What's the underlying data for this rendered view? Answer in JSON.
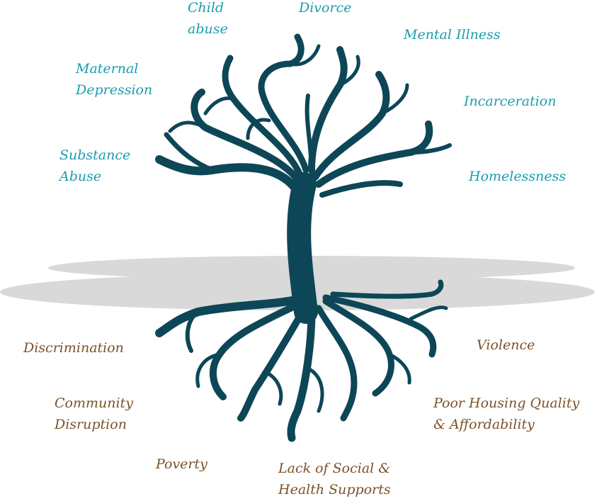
{
  "colors": {
    "tree": "#0d4657",
    "ground": "#d9d9d9",
    "branch_labels": "#1a9db0",
    "root_labels": "#7b5229"
  },
  "branches": [
    {
      "id": "child-abuse",
      "lines": [
        "Child",
        "abuse"
      ]
    },
    {
      "id": "divorce",
      "lines": [
        "Divorce"
      ]
    },
    {
      "id": "mental-illness",
      "lines": [
        "Mental Illness"
      ]
    },
    {
      "id": "maternal-depression",
      "lines": [
        "Maternal",
        "Depression"
      ]
    },
    {
      "id": "incarceration",
      "lines": [
        "Incarceration"
      ]
    },
    {
      "id": "substance-abuse",
      "lines": [
        "Substance",
        "Abuse"
      ]
    },
    {
      "id": "homelessness",
      "lines": [
        "Homelessness"
      ]
    }
  ],
  "roots": [
    {
      "id": "discrimination",
      "lines": [
        "Discrimination"
      ]
    },
    {
      "id": "violence",
      "lines": [
        "Violence"
      ]
    },
    {
      "id": "community-disruption",
      "lines": [
        "Community",
        "Disruption"
      ]
    },
    {
      "id": "poor-housing",
      "lines": [
        "Poor Housing Quality",
        "& Affordability"
      ]
    },
    {
      "id": "poverty",
      "lines": [
        "Poverty"
      ]
    },
    {
      "id": "lack-of-supports",
      "lines": [
        "Lack of Social &",
        "Health Supports"
      ]
    }
  ]
}
